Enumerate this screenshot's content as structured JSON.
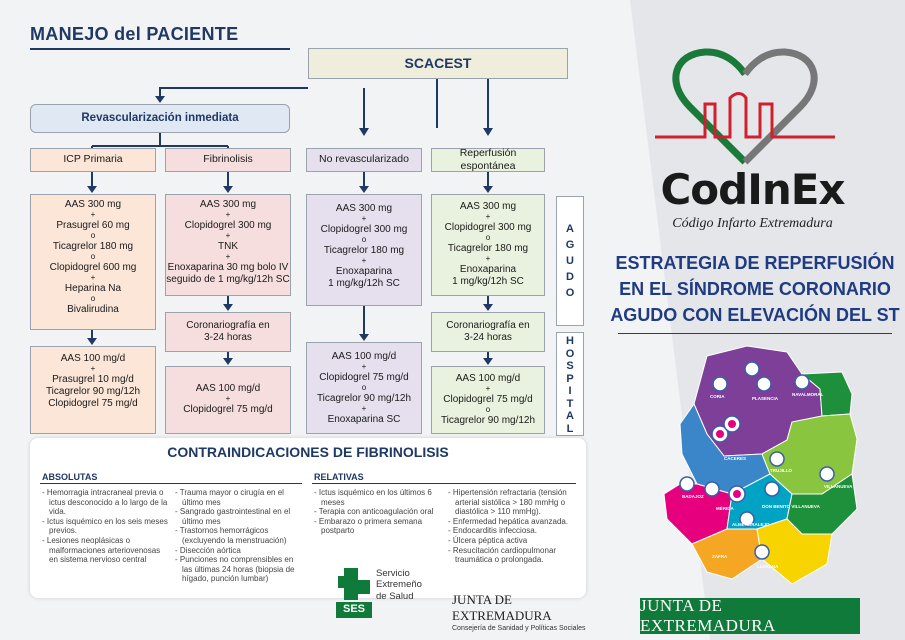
{
  "title": "MANEJO del PACIENTE",
  "flag_colors": [
    "#1a8a3a",
    "#ffffff",
    "#111111"
  ],
  "scacest": "SCACEST",
  "revasc": "Revascularización inmediata",
  "columns": [
    {
      "header": "ICP Primaria",
      "top": [
        "AAS 300 mg",
        "+",
        "Prasugrel 60 mg",
        "o",
        "Ticagrelor 180 mg",
        "o",
        "Clopidogrel 600 mg",
        "+",
        "Heparina Na",
        "o",
        "Bivalirudina"
      ],
      "bottom": [
        "AAS 100 mg/d",
        "+",
        "Prasugrel 10 mg/d",
        "Ticagrelor 90 mg/12h",
        "Clopidogrel 75 mg/d"
      ]
    },
    {
      "header": "Fibrinolisis",
      "top": [
        "AAS 300 mg",
        "+",
        "Clopidogrel 300 mg",
        "+",
        "TNK",
        "+",
        "Enoxaparina 30 mg bolo IV",
        "seguido de 1 mg/kg/12h SC"
      ],
      "mid": "Coronariografía en 3-24 horas",
      "bottom": [
        "AAS 100 mg/d",
        "+",
        "Clopidogrel 75 mg/d"
      ]
    },
    {
      "header": "No revascularizado",
      "top": [
        "AAS 300 mg",
        "+",
        "Clopidogrel 300 mg",
        "o",
        "Ticagrelor 180 mg",
        "+",
        "Enoxaparina",
        "1 mg/kg/12h SC"
      ],
      "bottom": [
        "AAS 100 mg/d",
        "+",
        "Clopidogrel 75 mg/d",
        "o",
        "Ticagrelor 90 mg/12h",
        "+",
        "Enoxaparina SC"
      ]
    },
    {
      "header": "Reperfusión espontánea",
      "top": [
        "AAS 300 mg",
        "+",
        "Clopidogrel 300 mg",
        "o",
        "Ticagrelor 180 mg",
        "+",
        "Enoxaparina",
        "1 mg/kg/12h SC"
      ],
      "mid": "Coronariografía en 3-24 horas",
      "bottom": [
        "AAS 100 mg/d",
        "+",
        "Clopidogrel 75 mg/d",
        "o",
        "Ticagrelor 90 mg/12h"
      ]
    }
  ],
  "agudo": [
    "A",
    "G",
    "U",
    "D",
    "O"
  ],
  "hospital": [
    "H",
    "O",
    "S",
    "P",
    "I",
    "T",
    "A",
    "L"
  ],
  "contra": {
    "title": "CONTRAINDICACIONES DE FIBRINOLISIS",
    "absolutas_label": "ABSOLUTAS",
    "relativas_label": "RELATIVAS",
    "absolutas_1": [
      "Hemorragia intracraneal previa o ictus desconocido a lo largo de la vida.",
      "Ictus isquémico en los seis meses previos.",
      "Lesiones neoplásicas o malformaciones arteriovenosas en sistema nervioso central"
    ],
    "absolutas_2": [
      "Trauma mayor o cirugía en el último mes",
      "Sangrado gastrointestinal en el último mes",
      "Trastornos hemorrágicos (excluyendo la menstruación)",
      "Disección aórtica",
      "Punciones no comprensibles en las últimas 24 horas (biopsia de hígado, punción lumbar)"
    ],
    "relativas_1": [
      "Ictus isquémico en los últimos 6 meses",
      "Terapia con anticoagulación oral",
      "Embarazo o primera semana postparto"
    ],
    "relativas_2": [
      "Hipertensión refractaria (tensión arterial sistólica > 180 mmHg o diastólica > 110 mmHg).",
      "Enfermedad hepática avanzada.",
      "Endocarditis infecciosa.",
      "Úlcera péptica activa",
      "Resucitación cardiopulmonar traumática o prolongada."
    ]
  },
  "ses": {
    "abbr": "SES",
    "line1": "Servicio",
    "line2": "Extremeño",
    "line3": "de Salud"
  },
  "junta_footer": {
    "name": "JUNTA DE EXTREMADURA",
    "dept": "Consejería de Sanidad y Políticas Sociales"
  },
  "logo": {
    "name": "CodInEx",
    "tagline": "Código Infarto Extremadura"
  },
  "strategy": [
    "ESTRATEGIA DE REPERFUSIÓN",
    "EN EL SÍNDROME CORONARIO",
    "AGUDO CON ELEVACIÓN DEL ST"
  ],
  "map_labels": [
    "CORIA",
    "PLASENCIA",
    "NAVALMORAL",
    "CÁCERES",
    "TRUJILLO",
    "BADAJOZ",
    "MÉRIDA",
    "DON BENITO VILLANUEVA",
    "ALMENDRALEJO",
    "LLERENA",
    "ZAFRA",
    "VILLANUEVA"
  ],
  "junta_bar": "JUNTA DE EXTREMADURA"
}
